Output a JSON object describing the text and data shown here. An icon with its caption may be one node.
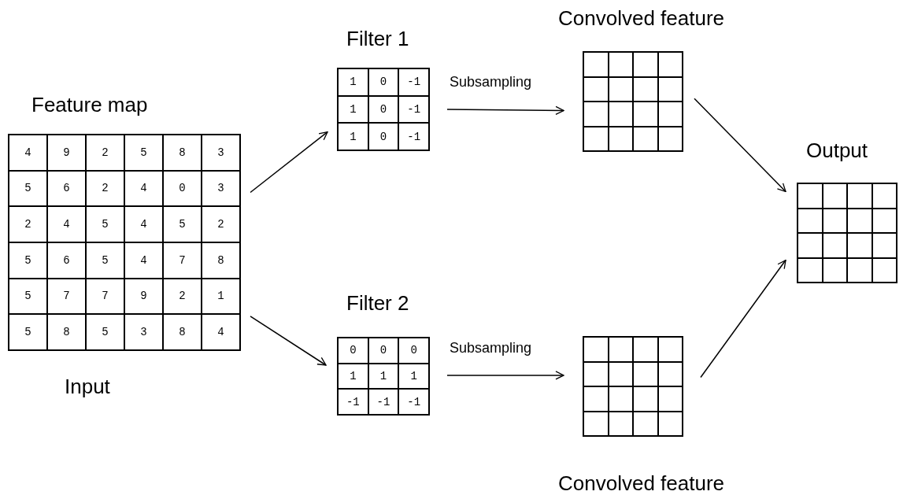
{
  "diagram": {
    "nodes": [
      {
        "text": [
          "Feature map",
          "4",
          "9",
          "2",
          "5",
          "8",
          "3",
          "5",
          "6",
          "2",
          "4",
          "0",
          "3",
          "2",
          "4",
          "5",
          "4",
          "5",
          "2",
          "5",
          "6",
          "5",
          "4",
          "7",
          "8",
          "5",
          "7",
          "7",
          "9",
          "2",
          "1",
          "5",
          "8",
          "5",
          "3",
          "8",
          "4"
        ],
        "beside": [
          "Input"
        ]
      },
      {
        "text": [
          "Filter 1",
          "1",
          "0",
          "-1",
          "1",
          "0",
          "-1",
          "1",
          "0",
          "-1"
        ]
      },
      {
        "text": [
          "Filter 2",
          "0",
          "0",
          "0",
          "1",
          "1",
          "1",
          "-1",
          "-1",
          "-1"
        ]
      },
      {
        "text": [
          "Convolved feature"
        ]
      },
      {
        "text": [
          "Convolved feature"
        ]
      },
      {
        "text": [
          "Output"
        ]
      }
    ],
    "edges": [
      {
        "from": 0,
        "to": 1,
        "arrow": "to"
      },
      {
        "from": 0,
        "to": 2,
        "arrow": "to"
      },
      {
        "from": 1,
        "to": 3,
        "arrow": "to",
        "label": "Subsampling"
      },
      {
        "from": 2,
        "to": 4,
        "arrow": "to",
        "label": "Subsampling"
      },
      {
        "from": 3,
        "to": 5,
        "arrow": "to"
      },
      {
        "from": 4,
        "to": 5,
        "arrow": "to"
      }
    ]
  }
}
